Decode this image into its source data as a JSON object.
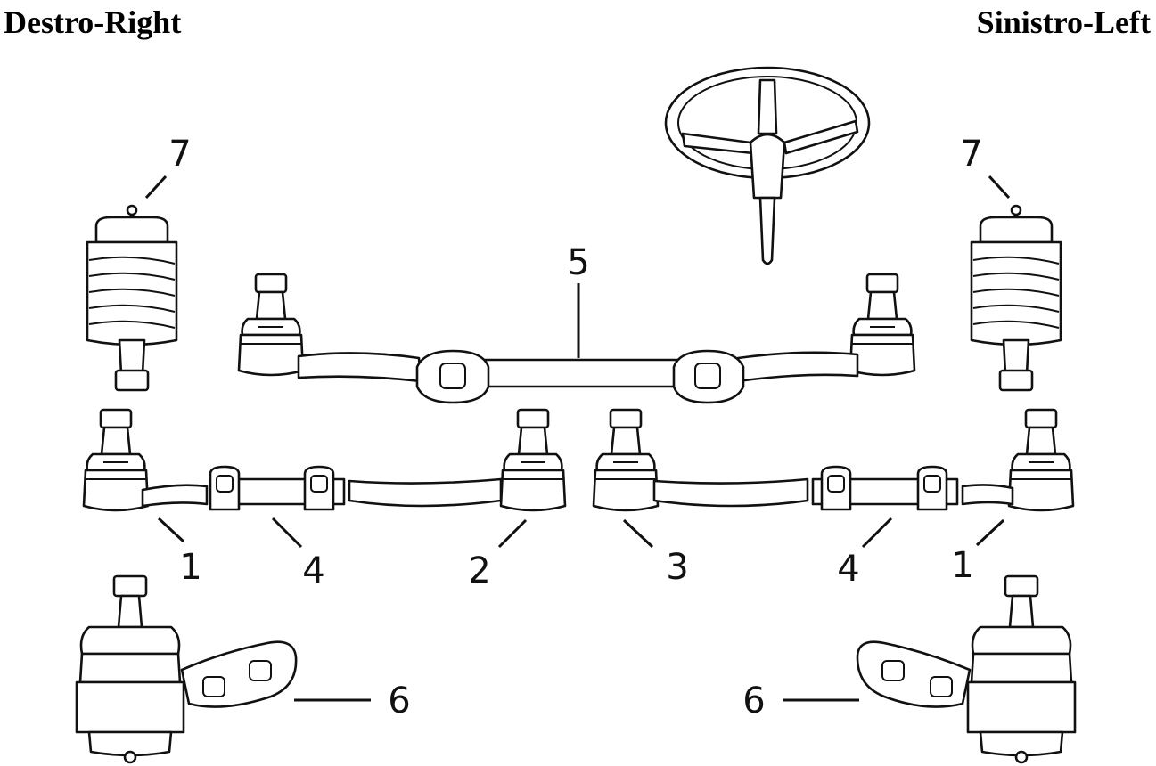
{
  "headings": {
    "right": "Destro-Right",
    "left": "Sinistro-Left"
  },
  "callouts": {
    "upper_ball_joint_right": "7",
    "upper_ball_joint_left": "7",
    "center_link": "5",
    "outer_tie_rod_end_right": "1",
    "adjusting_sleeve_right": "4",
    "inner_tie_rod_end_right": "2",
    "inner_tie_rod_end_left": "3",
    "adjusting_sleeve_left": "4",
    "outer_tie_rod_end_left": "1",
    "lower_ball_joint_right": "6",
    "lower_ball_joint_left": "6"
  },
  "icons": [
    "steering-wheel-icon"
  ]
}
